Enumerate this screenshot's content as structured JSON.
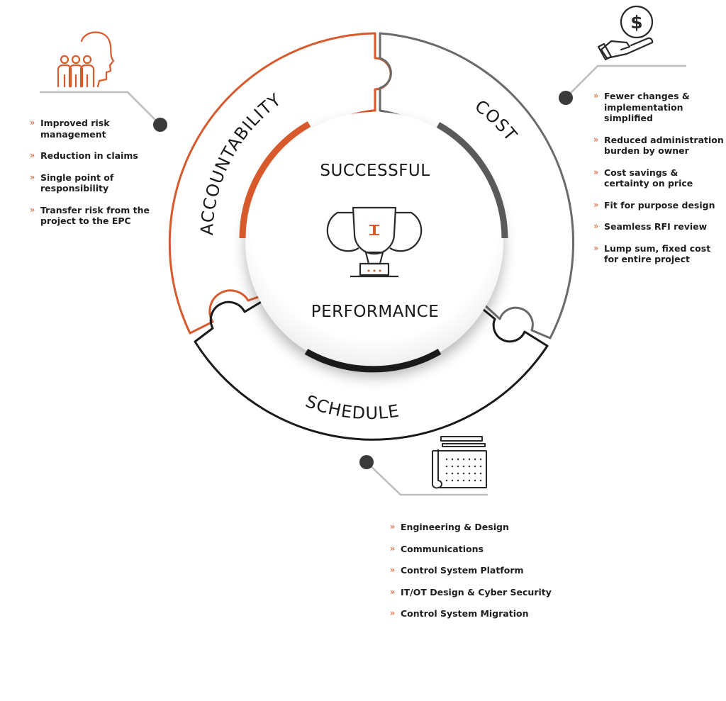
{
  "diagram": {
    "center": {
      "top": "SUCCESSFUL",
      "bottom": "PERFORMANCE"
    },
    "segments": [
      {
        "label": "ACCOUNTABILITY",
        "color": "#d85a2c"
      },
      {
        "label": "COST",
        "color": "#5a5a5a"
      },
      {
        "label": "SCHEDULE",
        "color": "#1a1a1a"
      }
    ],
    "icons": [
      "team-head-icon",
      "money-hand-icon",
      "blueprint-icon",
      "trophy-icon"
    ]
  },
  "lists": {
    "accountability": [
      "Improved risk management",
      "Reduction in claims",
      "Single point of responsibility",
      "Transfer risk from the project to the EPC"
    ],
    "cost": [
      "Fewer changes & implementation simplified",
      "Reduced administration burden by owner",
      "Cost savings & certainty on price",
      "Fit for purpose design",
      "Seamless RFI review",
      "Lump sum, fixed cost for entire project"
    ],
    "schedule": [
      "Engineering & Design",
      "Communications",
      "Control System Platform",
      "IT/OT Design & Cyber Security",
      "Control System Migration"
    ]
  }
}
